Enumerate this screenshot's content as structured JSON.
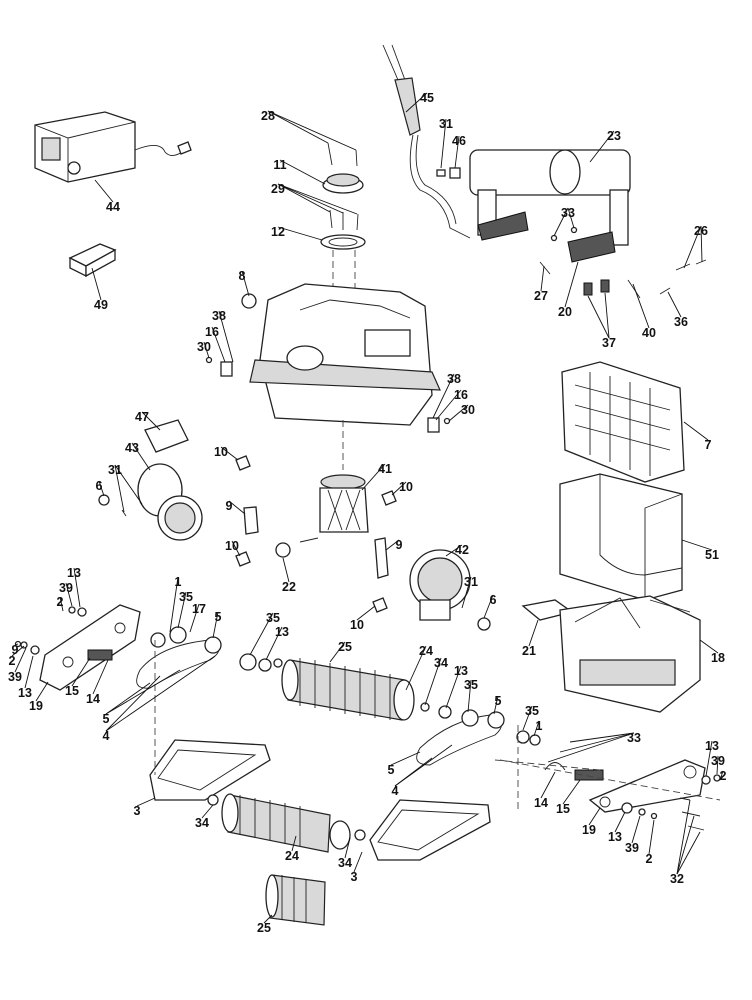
{
  "labels": [
    "1",
    "2",
    "3",
    "4",
    "5",
    "6",
    "7",
    "8",
    "9",
    "10",
    "11",
    "12",
    "13",
    "14",
    "15",
    "16",
    "17",
    "18",
    "19",
    "20",
    "21",
    "22",
    "23",
    "24",
    "25",
    "26",
    "27",
    "28",
    "29",
    "30",
    "31",
    "32",
    "33",
    "34",
    "35",
    "36",
    "37",
    "38",
    "39",
    "40",
    "41",
    "42",
    "43",
    "44",
    "45",
    "46",
    "47",
    "49",
    "51"
  ]
}
